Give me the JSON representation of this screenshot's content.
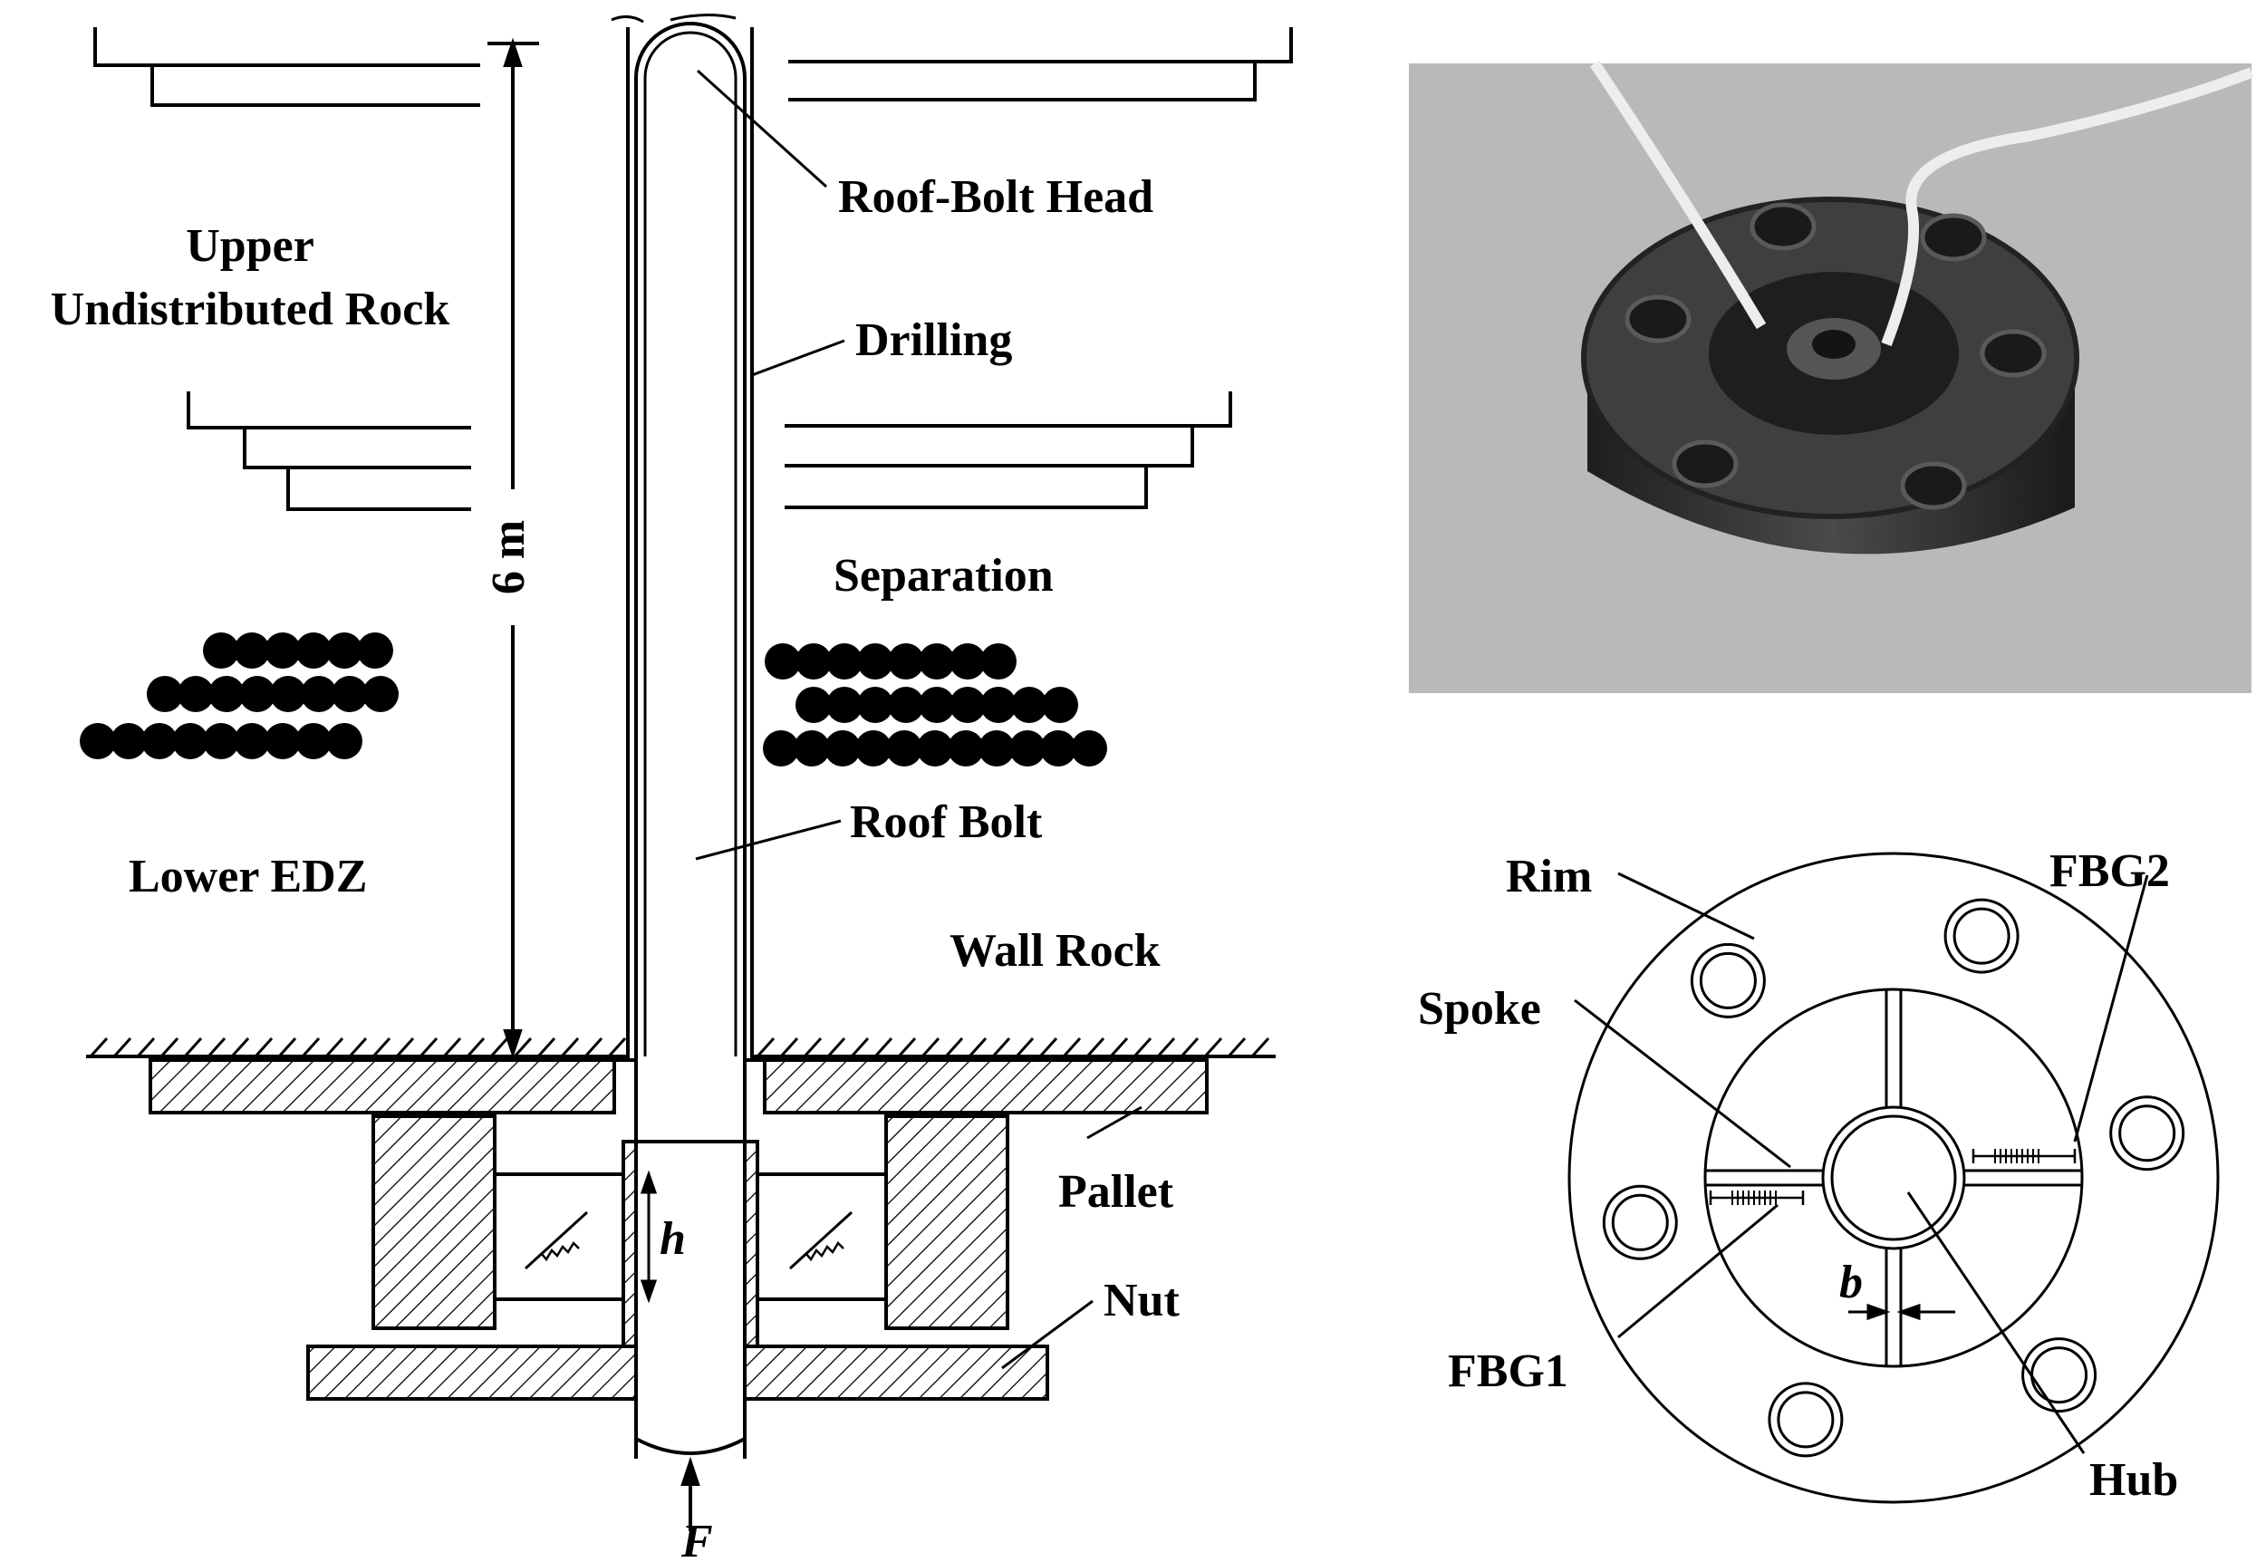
{
  "labels": {
    "roof_bolt_head": "Roof-Bolt Head",
    "upper_line1": "Upper",
    "upper_line2": "Undistributed Rock",
    "drilling": "Drilling",
    "separation": "Separation",
    "roof_bolt": "Roof Bolt",
    "lower_edz": "Lower EDZ",
    "wall_rock": "Wall Rock",
    "pallet": "Pallet",
    "nut": "Nut",
    "depth": "6 m",
    "h": "h",
    "force": "F",
    "rim": "Rim",
    "fbg2": "FBG2",
    "spoke": "Spoke",
    "fbg1": "FBG1",
    "b": "b",
    "hub": "Hub"
  },
  "colors": {
    "ink": "#000000",
    "paper": "#ffffff",
    "photo_bg": "#b9b9b9",
    "metal_dark": "#2c2c2c",
    "metal_top": "#4a4a4a"
  },
  "icons": {
    "fbg_sensor": "fbg-grating-icon",
    "photo": "load-cell-photo"
  }
}
